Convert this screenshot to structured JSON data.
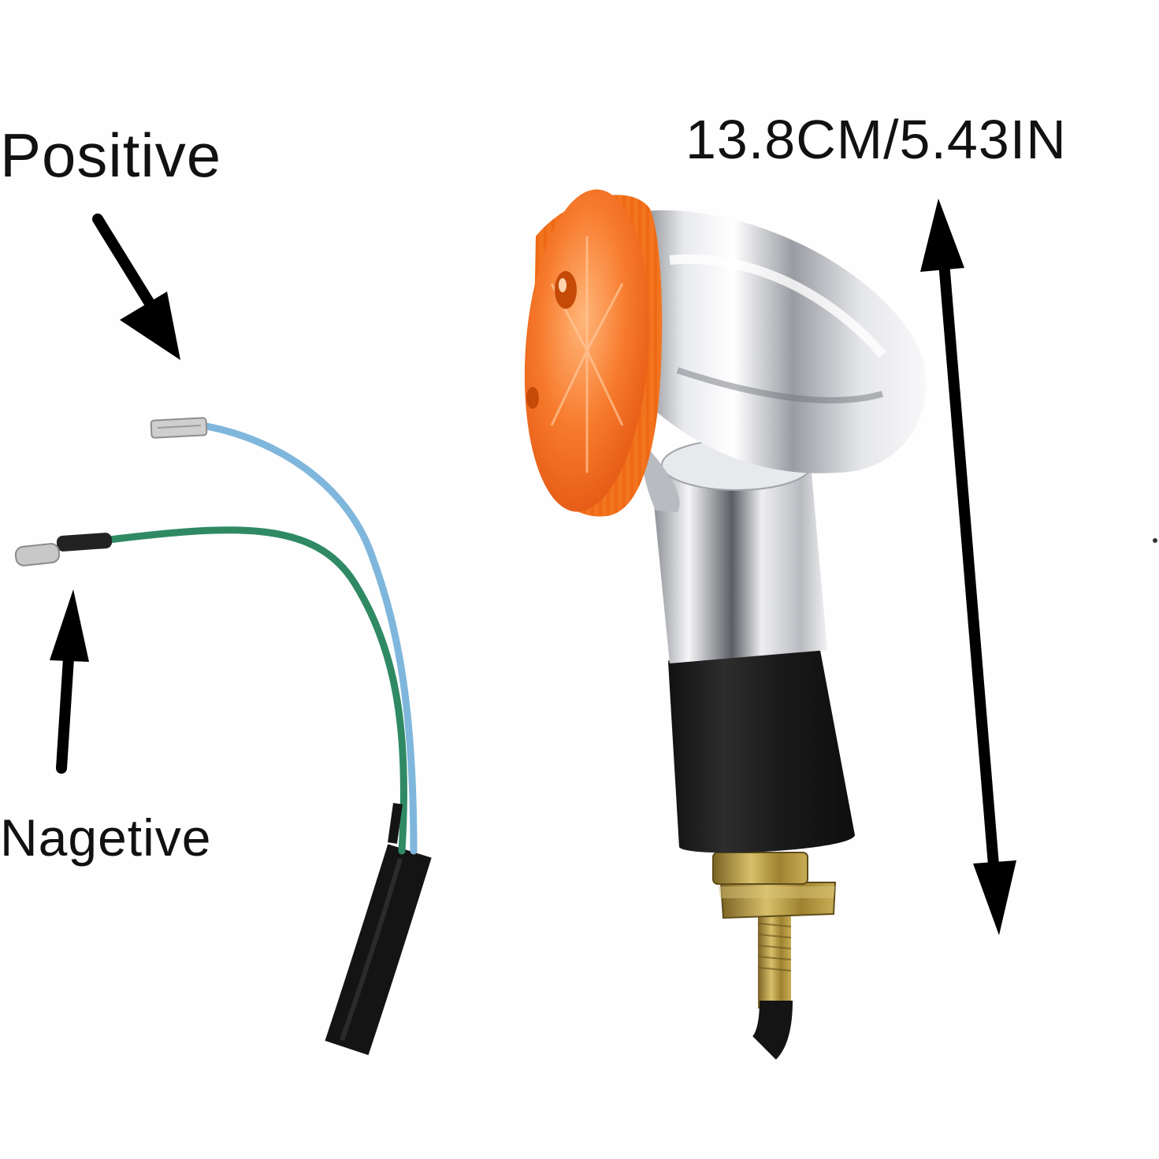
{
  "labels": {
    "positive": "Positive",
    "negative": "Nagetive",
    "dimension": "13.8CM/5.43IN"
  },
  "colors": {
    "background": "#fefefe",
    "lens_amber": "#f26a1b",
    "chrome_light": "#f4f4f6",
    "chrome_dark": "#5e6166",
    "rubber_boot": "#1f1f1f",
    "cable_black": "#141414",
    "wire_blue": "#7fb6dc",
    "wire_green": "#2f8a64",
    "brass": "#b79a3c",
    "text": "#111111"
  },
  "icons": {
    "positive_arrow": "arrow-down-right-icon",
    "negative_arrow": "arrow-up-icon",
    "dimension_arrow": "double-arrow-vertical-icon"
  }
}
